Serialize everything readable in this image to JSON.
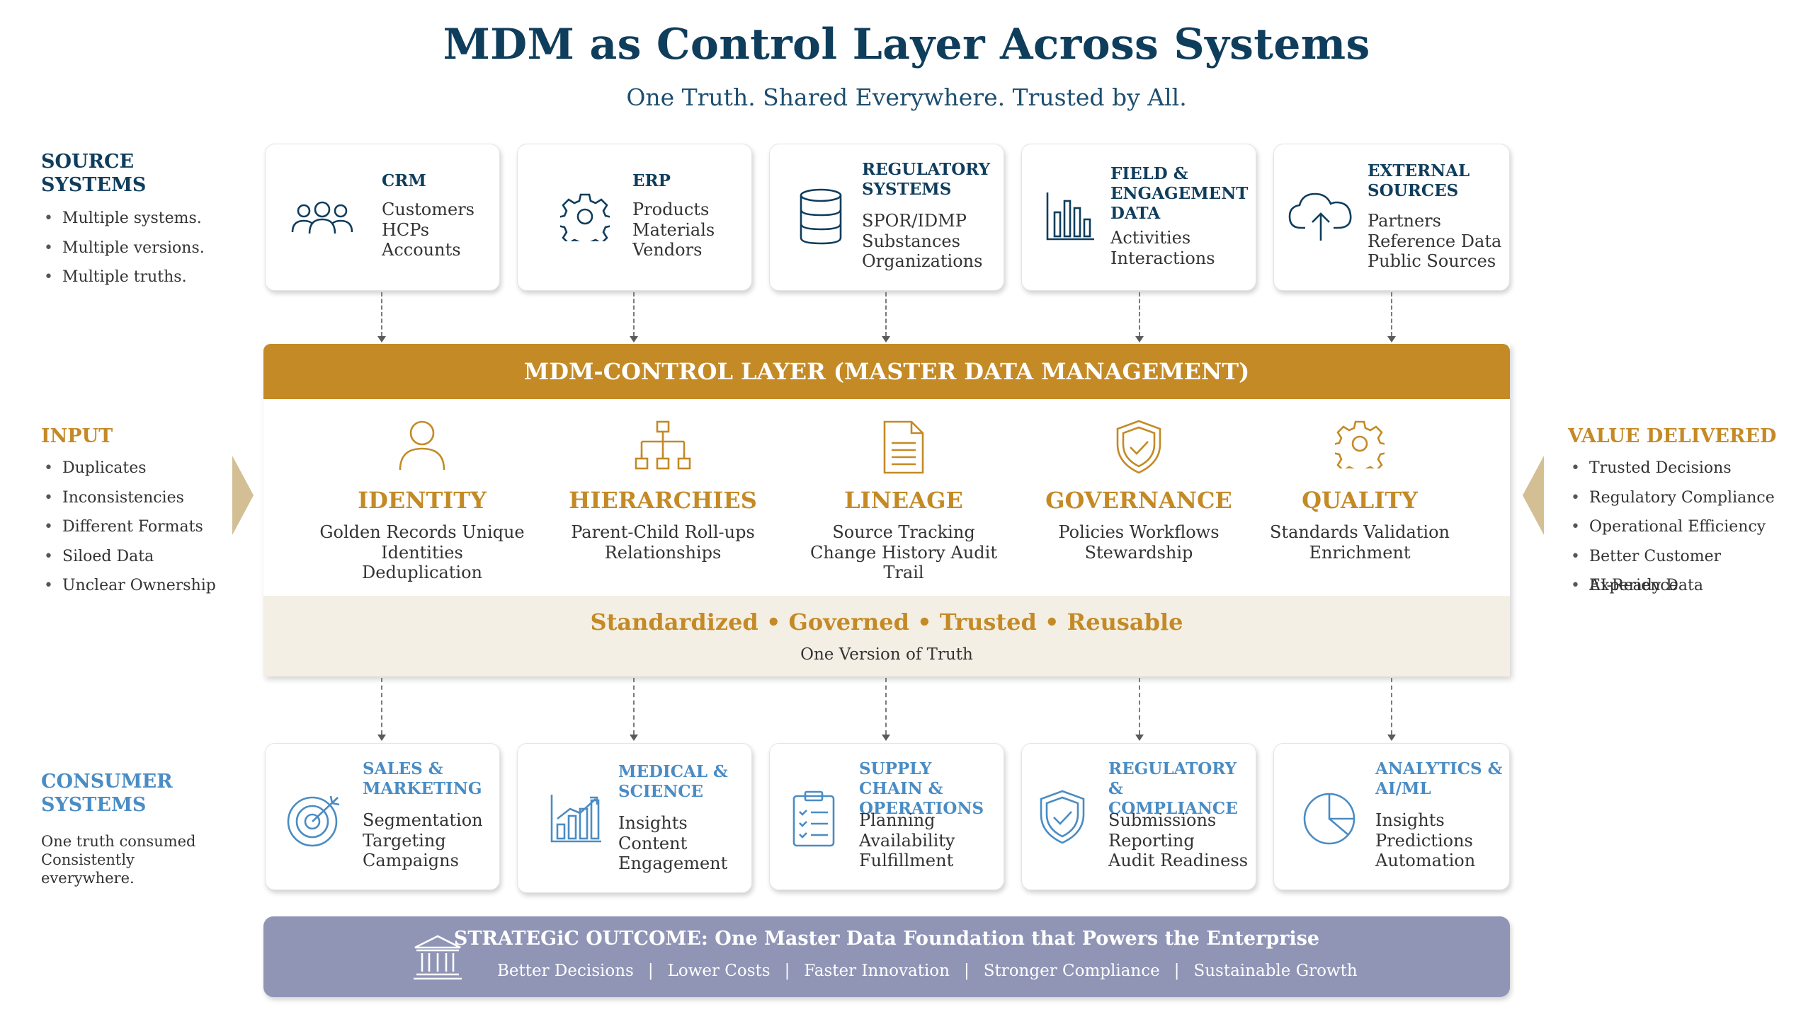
{
  "header": {
    "title": "MDM as Control Layer Across Systems",
    "subtitle": "One Truth. Shared Everywhere. Trusted by All."
  },
  "source_panel": {
    "title": "SOURCE SYSTEMS",
    "bullets": [
      "Multiple systems.",
      "Multiple versions.",
      "Multiple truths."
    ]
  },
  "input_panel": {
    "title": "INPUT",
    "bullets": [
      "Duplicates",
      "Inconsistencies",
      "Different Formats",
      "Siloed Data",
      "Unclear Ownership"
    ]
  },
  "value_panel": {
    "title": "VALUE DELIVERED",
    "bullets": [
      "Trusted Decisions",
      "Regulatory Compliance",
      "Operational Efficiency",
      "Better Customer Experience",
      "AI-Ready Data"
    ]
  },
  "consumer_panel": {
    "title": "CONSUMER SYSTEMS",
    "text": "One truth consumed Consistently everywhere."
  },
  "source_systems": [
    {
      "title": "CRM",
      "items": [
        "Customers",
        "HCPs",
        "Accounts"
      ],
      "icon": "users-icon"
    },
    {
      "title": "ERP",
      "items": [
        "Products",
        "Materials",
        "Vendors"
      ],
      "icon": "gear-icon"
    },
    {
      "title": "REGULATORY SYSTEMS",
      "items": [
        "SPOR/IDMP",
        "Substances",
        "Organizations"
      ],
      "icon": "database-icon"
    },
    {
      "title": "FIELD & ENGAGEMENT DATA",
      "items": [
        "Activities",
        "Interactions"
      ],
      "icon": "bar-chart-icon"
    },
    {
      "title": "EXTERNAL SOURCES",
      "items": [
        "Partners",
        "Reference Data",
        "Public Sources"
      ],
      "icon": "cloud-upload-icon"
    }
  ],
  "mdm": {
    "header": "MDM-CONTROL LAYER (MASTER DATA MANAGEMENT)",
    "capabilities": [
      {
        "title": "IDENTITY",
        "desc": "Golden Records Unique Identities Deduplication",
        "icon": "person-icon"
      },
      {
        "title": "HIERARCHIES",
        "desc": "Parent-Child Roll-ups Relationships",
        "icon": "hierarchy-icon"
      },
      {
        "title": "LINEAGE",
        "desc": "Source Tracking Change History Audit Trail",
        "icon": "document-icon"
      },
      {
        "title": "GOVERNANCE",
        "desc": "Policies Workflows Stewardship",
        "icon": "shield-check-icon"
      },
      {
        "title": "QUALITY",
        "desc": "Standards Validation Enrichment",
        "icon": "gear-icon"
      }
    ],
    "footer_main": "Standardized • Governed • Trusted • Reusable",
    "footer_sub": "One Version of Truth"
  },
  "consumer_systems": [
    {
      "title": "SALES & MARKETING",
      "items": [
        "Segmentation",
        "Targeting",
        "Campaigns"
      ],
      "icon": "target-icon"
    },
    {
      "title": "MEDICAL & SCIENCE",
      "items": [
        "Insights",
        "Content",
        "Engagement"
      ],
      "icon": "bar-growth-icon"
    },
    {
      "title": "SUPPLY CHAIN & OPERATIONS",
      "items": [
        "Planning",
        "Availability",
        "Fulfillment"
      ],
      "icon": "clipboard-icon"
    },
    {
      "title": "REGULATORY & COMPLIANCE",
      "items": [
        "Submissions",
        "Reporting",
        "Audit Readiness"
      ],
      "icon": "shield-check-icon"
    },
    {
      "title": "ANALYTICS & AI/ML",
      "items": [
        "Insights",
        "Predictions",
        "Automation"
      ],
      "icon": "pie-chart-icon"
    }
  ],
  "strategic": {
    "title": "STRATEGiC OUTCOME: One Master Data Foundation that Powers the Enterprise",
    "items": [
      "Better Decisions",
      "Lower Costs",
      "Faster Innovation",
      "Stronger Compliance",
      "Sustainable Growth"
    ],
    "icon": "bank-icon"
  },
  "colors": {
    "navy": "#0f3d5c",
    "gold": "#c48a26",
    "light_blue": "#4a8cc4",
    "cream": "#f4efe4",
    "purple_gray": "#9095b6",
    "triangle": "#d4bf95"
  }
}
